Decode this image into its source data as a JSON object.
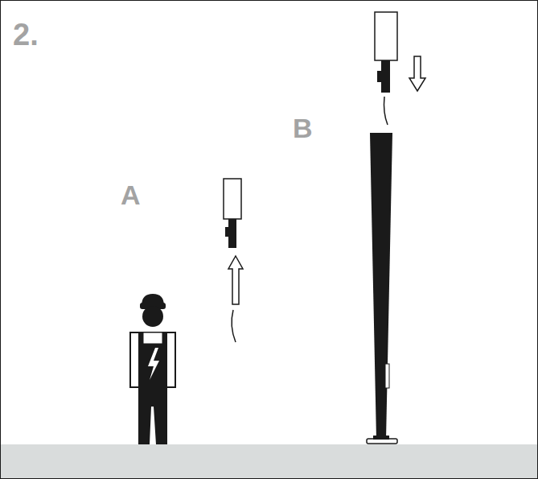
{
  "diagram": {
    "labels": [
      "2.",
      "A",
      "B"
    ]
  }
}
